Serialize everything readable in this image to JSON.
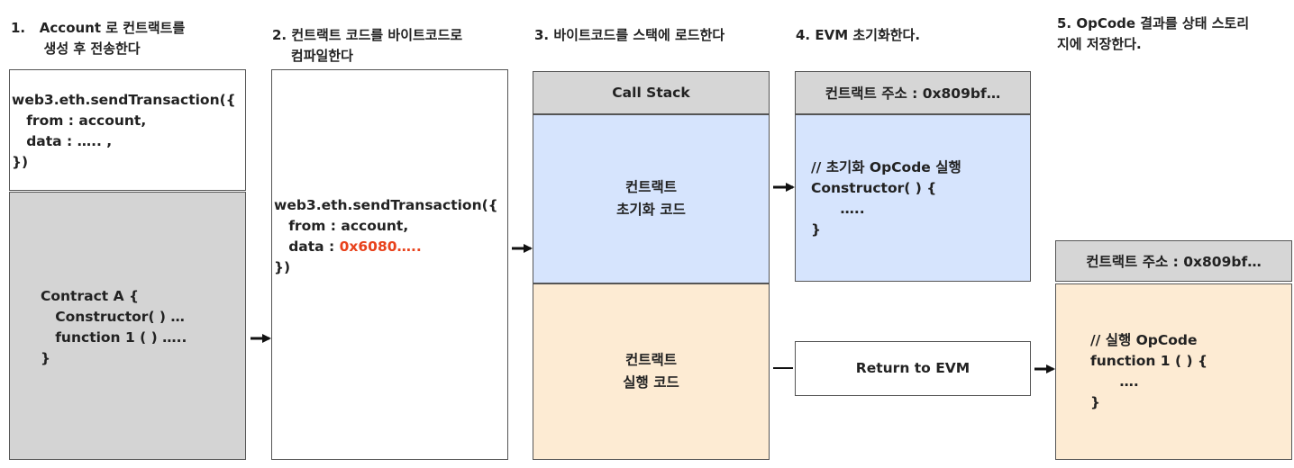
{
  "steps": {
    "step1": "1.   Account 로 컨트랙트를\n       생성 후 전송한다",
    "step2": "2. 컨트랙트 코드를 바이트코드로\n    컴파일한다",
    "step3": "3. 바이트코드를 스택에 로드한다",
    "step4": "4. EVM 초기화한다.",
    "step5": "5. OpCode 결과를 상태 스토리\n지에 저장한다."
  },
  "tx_box": {
    "line1": "web3.eth.sendTransaction({",
    "line2": "   from : account,",
    "line3": "   data : ….. ,",
    "line4": "})"
  },
  "contract_box": {
    "line1": "Contract A {",
    "line2": "   Constructor( ) …",
    "line3": "   function 1 ( ) …..",
    "line4": "}"
  },
  "compiled_box": {
    "line1": "web3.eth.sendTransaction({",
    "line2": "   from : account,",
    "line3_prefix": "   data : ",
    "line3_value": "0x6080…..",
    "line4": "})"
  },
  "call_stack": {
    "header": "Call Stack",
    "init_line1": "컨트랙트",
    "init_line2": "초기화 코드",
    "exec_line1": "컨트랙트",
    "exec_line2": "실행 코드"
  },
  "evm_init": {
    "header": "컨트랙트 주소 : 0x809bf…",
    "line1": "// 초기화 OpCode 실행",
    "line2": "Constructor( ) {",
    "line3": "      …..",
    "line4": "}"
  },
  "return_box": {
    "label": "Return to EVM"
  },
  "storage": {
    "header": "컨트랙트 주소 : 0x809bf…",
    "line1": "// 실행 OpCode",
    "line2": "function 1 ( ) {",
    "line3": "      ….",
    "line4": "}"
  },
  "colors": {
    "accent_red": "#e8421c",
    "blue_fill": "#d6e4fd",
    "peach_fill": "#fdebd3",
    "gray_fill": "#d4d4d4",
    "header_fill": "#d6d6d6"
  }
}
